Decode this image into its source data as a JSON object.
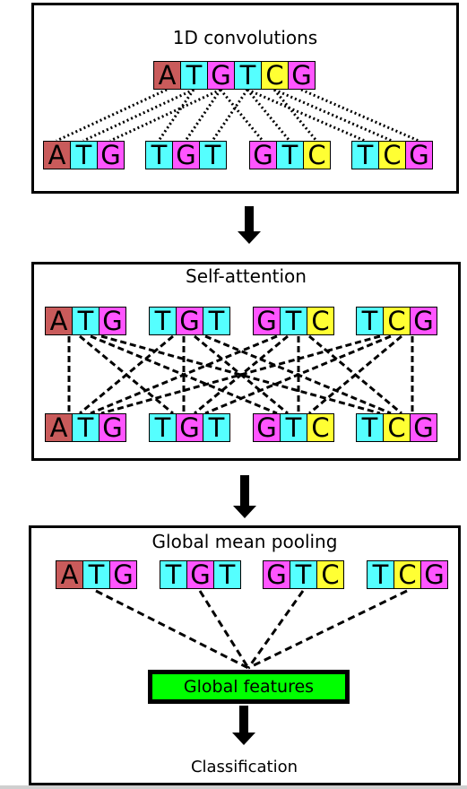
{
  "colors": {
    "A": "#c95b5b",
    "T": "#55ffff",
    "G": "#ff55ff",
    "C": "#ffff33",
    "features": "#00ff00"
  },
  "panel1": {
    "title": "1D convolutions",
    "sequence": [
      "A",
      "T",
      "G",
      "T",
      "C",
      "G"
    ],
    "tokens": [
      [
        "A",
        "T",
        "G"
      ],
      [
        "T",
        "G",
        "T"
      ],
      [
        "G",
        "T",
        "C"
      ],
      [
        "T",
        "C",
        "G"
      ]
    ]
  },
  "panel2": {
    "title": "Self-attention",
    "tokens_top": [
      [
        "A",
        "T",
        "G"
      ],
      [
        "T",
        "G",
        "T"
      ],
      [
        "G",
        "T",
        "C"
      ],
      [
        "T",
        "C",
        "G"
      ]
    ],
    "tokens_bottom": [
      [
        "A",
        "T",
        "G"
      ],
      [
        "T",
        "G",
        "T"
      ],
      [
        "G",
        "T",
        "C"
      ],
      [
        "T",
        "C",
        "G"
      ]
    ]
  },
  "panel3": {
    "title": "Global mean pooling",
    "tokens": [
      [
        "A",
        "T",
        "G"
      ],
      [
        "T",
        "G",
        "T"
      ],
      [
        "G",
        "T",
        "C"
      ],
      [
        "T",
        "C",
        "G"
      ]
    ],
    "features_label": "Global features",
    "output_label": "Classification"
  }
}
